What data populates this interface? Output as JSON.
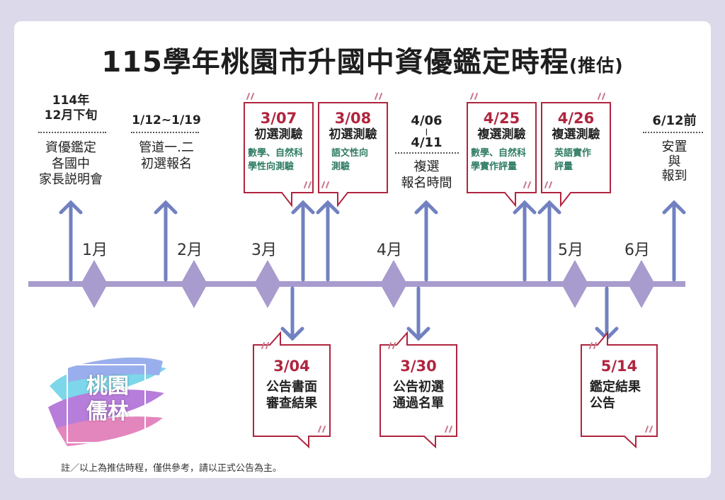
{
  "title": {
    "main": "115學年桃園市升國中資優鑑定時程",
    "sub": "(推估)"
  },
  "months": [
    "1月",
    "2月",
    "3月",
    "4月",
    "5月",
    "6月"
  ],
  "top_events": [
    {
      "date_a": "114年",
      "date_b": "12月下旬",
      "desc_a": "資優鑑定",
      "desc_b": "各國中",
      "desc_c": "家長説明會"
    },
    {
      "date": "1/12~1/19",
      "desc_a": "管道一.二",
      "desc_b": "初選報名"
    },
    {
      "date": "3/07",
      "name": "初選測驗",
      "detail_a": "數學、自然科",
      "detail_b": "學性向測驗"
    },
    {
      "date": "3/08",
      "name": "初選測驗",
      "detail_a": "語文性向",
      "detail_b": "測驗"
    },
    {
      "date_a": "4/06",
      "date_b": "4/11",
      "desc_a": "複選",
      "desc_b": "報名時間"
    },
    {
      "date": "4/25",
      "name": "複選測驗",
      "detail_a": "數學、自然科",
      "detail_b": "學實作評量"
    },
    {
      "date": "4/26",
      "name": "複選測驗",
      "detail_a": "英語實作",
      "detail_b": "評量"
    },
    {
      "date": "6/12前",
      "desc_a": "安置",
      "desc_b": "與",
      "desc_c": "報到"
    }
  ],
  "bottom_events": [
    {
      "date": "3/04",
      "desc_a": "公告書面",
      "desc_b": "審查結果"
    },
    {
      "date": "3/30",
      "desc_a": "公告初選",
      "desc_b": "通過名單"
    },
    {
      "date": "5/14",
      "desc_a": "鑑定結果",
      "desc_b": "公告"
    }
  ],
  "logo": {
    "text_a": "桃園",
    "text_b": "儒林"
  },
  "note": "註／以上為推估時程，僅供參考，請以正式公告為主。",
  "colors": {
    "arrow": "#7181c0",
    "timeline": "#a89bcd",
    "accent": "#b0253f",
    "detail": "#2e7b63",
    "background": "#dcdaea"
  }
}
